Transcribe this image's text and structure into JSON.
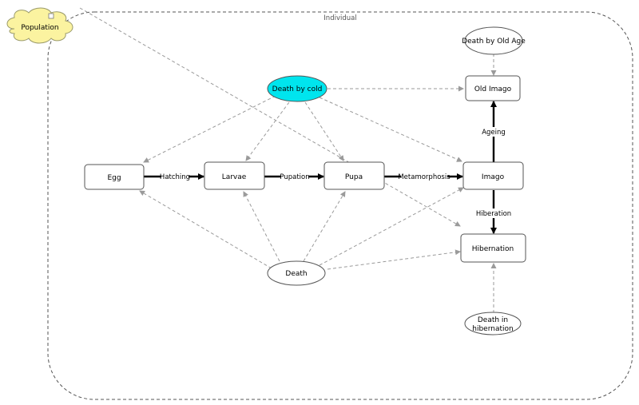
{
  "colors": {
    "background": "#ffffff",
    "highlight_fill": "#00e5ee",
    "population_fill": "#fbf3a0",
    "flow_edge": "#000000",
    "influence_edge": "#9a9a9a",
    "border": "#555555"
  },
  "container": {
    "label": "Individual"
  },
  "population": {
    "label": "Population"
  },
  "stocks": {
    "egg": "Egg",
    "larvae": "Larvae",
    "pupa": "Pupa",
    "imago": "Imago",
    "old_imago": "Old Imago",
    "hibernation": "Hibernation"
  },
  "variables": {
    "death_by_cold": "Death by cold",
    "death_by_old_age": "Death by Old Age",
    "death": "Death",
    "death_in_hibernation_line1": "Death in",
    "death_in_hibernation_line2": "hibernation"
  },
  "flows": {
    "hatching": "Hatching",
    "pupation": "Pupation",
    "metamorphosis": "Metamorphosis",
    "ageing": "Ageing",
    "hiberation": "Hiberation"
  }
}
